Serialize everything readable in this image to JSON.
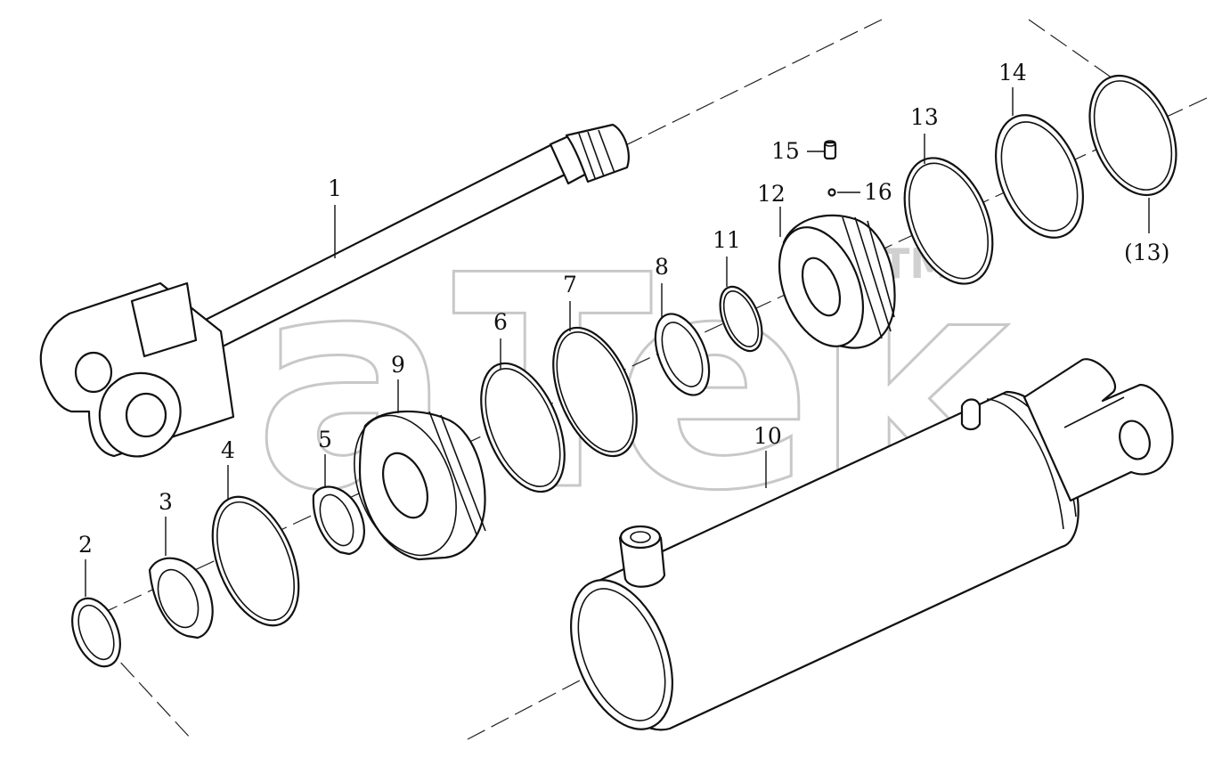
{
  "watermark": {
    "text": "aTek",
    "trademark": "TM"
  },
  "callouts": [
    {
      "id": "callout-1",
      "text": "1"
    },
    {
      "id": "callout-2",
      "text": "2"
    },
    {
      "id": "callout-3",
      "text": "3"
    },
    {
      "id": "callout-4",
      "text": "4"
    },
    {
      "id": "callout-5",
      "text": "5"
    },
    {
      "id": "callout-6",
      "text": "6"
    },
    {
      "id": "callout-7",
      "text": "7"
    },
    {
      "id": "callout-8",
      "text": "8"
    },
    {
      "id": "callout-9",
      "text": "9"
    },
    {
      "id": "callout-10",
      "text": "10"
    },
    {
      "id": "callout-11",
      "text": "11"
    },
    {
      "id": "callout-12",
      "text": "12"
    },
    {
      "id": "callout-13",
      "text": "13"
    },
    {
      "id": "callout-14",
      "text": "14"
    },
    {
      "id": "callout-15",
      "text": "15"
    },
    {
      "id": "callout-16",
      "text": "16"
    },
    {
      "id": "callout-13-ref",
      "text": "(13)"
    }
  ]
}
